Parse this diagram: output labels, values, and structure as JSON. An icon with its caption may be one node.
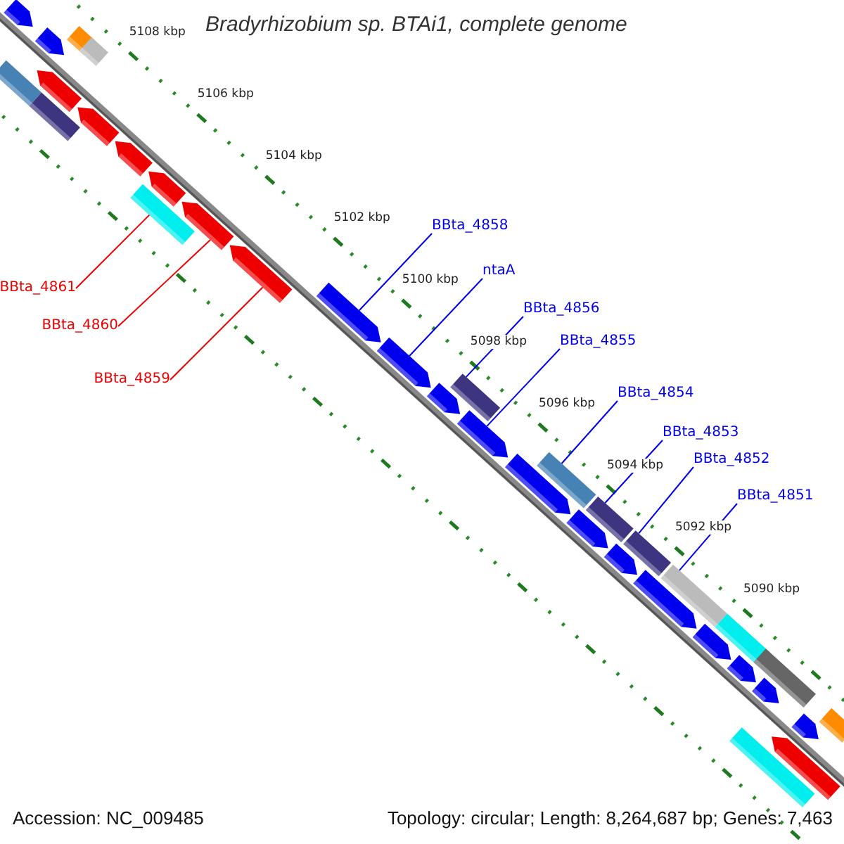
{
  "diagram": {
    "title": "Bradyrhizobium sp. BTAi1, complete genome",
    "nodes": [
      {
        "text": [
          "BBta_4858"
        ]
      },
      {
        "text": [
          "ntaA"
        ]
      },
      {
        "text": [
          "BBta_4861"
        ]
      },
      {
        "text": [
          "BBta_4856"
        ]
      },
      {
        "text": [
          "BBta_4860"
        ]
      },
      {
        "text": [
          "BBta_4855"
        ]
      },
      {
        "text": [
          "BBta_4859"
        ]
      },
      {
        "text": [
          "BBta_4854"
        ]
      },
      {
        "text": [
          "BBta_4853"
        ]
      },
      {
        "text": [
          "BBta_4852"
        ]
      },
      {
        "text": [
          "BBta_4851"
        ]
      },
      {
        "text": [],
        "shape": "arrow"
      },
      {
        "text": [],
        "shape": "bar"
      },
      {
        "text": [],
        "shape": "arrow"
      },
      {
        "text": [],
        "shape": "arrow"
      },
      {
        "text": [],
        "shape": "bar"
      },
      {
        "text": [],
        "shape": "bar"
      },
      {
        "text": [],
        "shape": "bar"
      },
      {
        "text": [],
        "shape": "arrow"
      },
      {
        "text": [],
        "shape": "arrow"
      },
      {
        "text": [],
        "shape": "arrow"
      },
      {
        "text": [],
        "shape": "bar"
      },
      {
        "text": [],
        "shape": "arrow"
      },
      {
        "text": [],
        "shape": "arrow"
      },
      {
        "text": [],
        "shape": "arrow"
      },
      {
        "text": [],
        "shape": "arrow"
      },
      {
        "text": [],
        "shape": "arrow"
      },
      {
        "text": [],
        "shape": "bar"
      },
      {
        "text": [],
        "shape": "arrow"
      },
      {
        "text": [],
        "shape": "arrow"
      },
      {
        "text": [],
        "shape": "bar"
      },
      {
        "text": [],
        "shape": "arrow"
      },
      {
        "text": [],
        "shape": "bar"
      },
      {
        "text": [],
        "shape": "arrow"
      },
      {
        "text": [],
        "shape": "bar"
      },
      {
        "text": [],
        "shape": "arrow"
      },
      {
        "text": [],
        "shape": "bar"
      },
      {
        "text": [],
        "shape": "arrow"
      },
      {
        "text": [],
        "shape": "bar"
      },
      {
        "text": [],
        "shape": "arrow"
      },
      {
        "text": [],
        "shape": "bar"
      },
      {
        "text": [],
        "shape": "arrow"
      },
      {
        "text": [],
        "shape": "bar"
      },
      {
        "text": [],
        "shape": "arrow"
      },
      {
        "text": [],
        "shape": "arrow"
      },
      {
        "text": [],
        "shape": "bar"
      }
    ],
    "edges": [
      {
        "from": 0,
        "to": 24,
        "arrow": "none"
      },
      {
        "from": 1,
        "to": 25,
        "arrow": "none"
      },
      {
        "from": 2,
        "to": 21,
        "arrow": "none",
        "color": "#ee0000"
      },
      {
        "from": 3,
        "to": 27,
        "arrow": "none"
      },
      {
        "from": 4,
        "to": 22,
        "arrow": "none",
        "color": "#ee0000"
      },
      {
        "from": 5,
        "to": 28,
        "arrow": "none"
      },
      {
        "from": 6,
        "to": 23,
        "arrow": "none",
        "color": "#ee0000"
      },
      {
        "from": 7,
        "to": 30,
        "arrow": "none"
      },
      {
        "from": 8,
        "to": 32,
        "arrow": "none"
      },
      {
        "from": 9,
        "to": 34,
        "arrow": "none"
      },
      {
        "from": 10,
        "to": 36,
        "arrow": "none"
      }
    ],
    "labels": [
      "5108 kbp",
      "5106 kbp",
      "5104 kbp",
      "5102 kbp",
      "5100 kbp",
      "5098 kbp",
      "5096 kbp",
      "5094 kbp",
      "5092 kbp",
      "5090 kbp",
      "Accession: NC_009485",
      "Topology: circular; Length: 8,264,687 bp; Genes: 7,463"
    ]
  }
}
